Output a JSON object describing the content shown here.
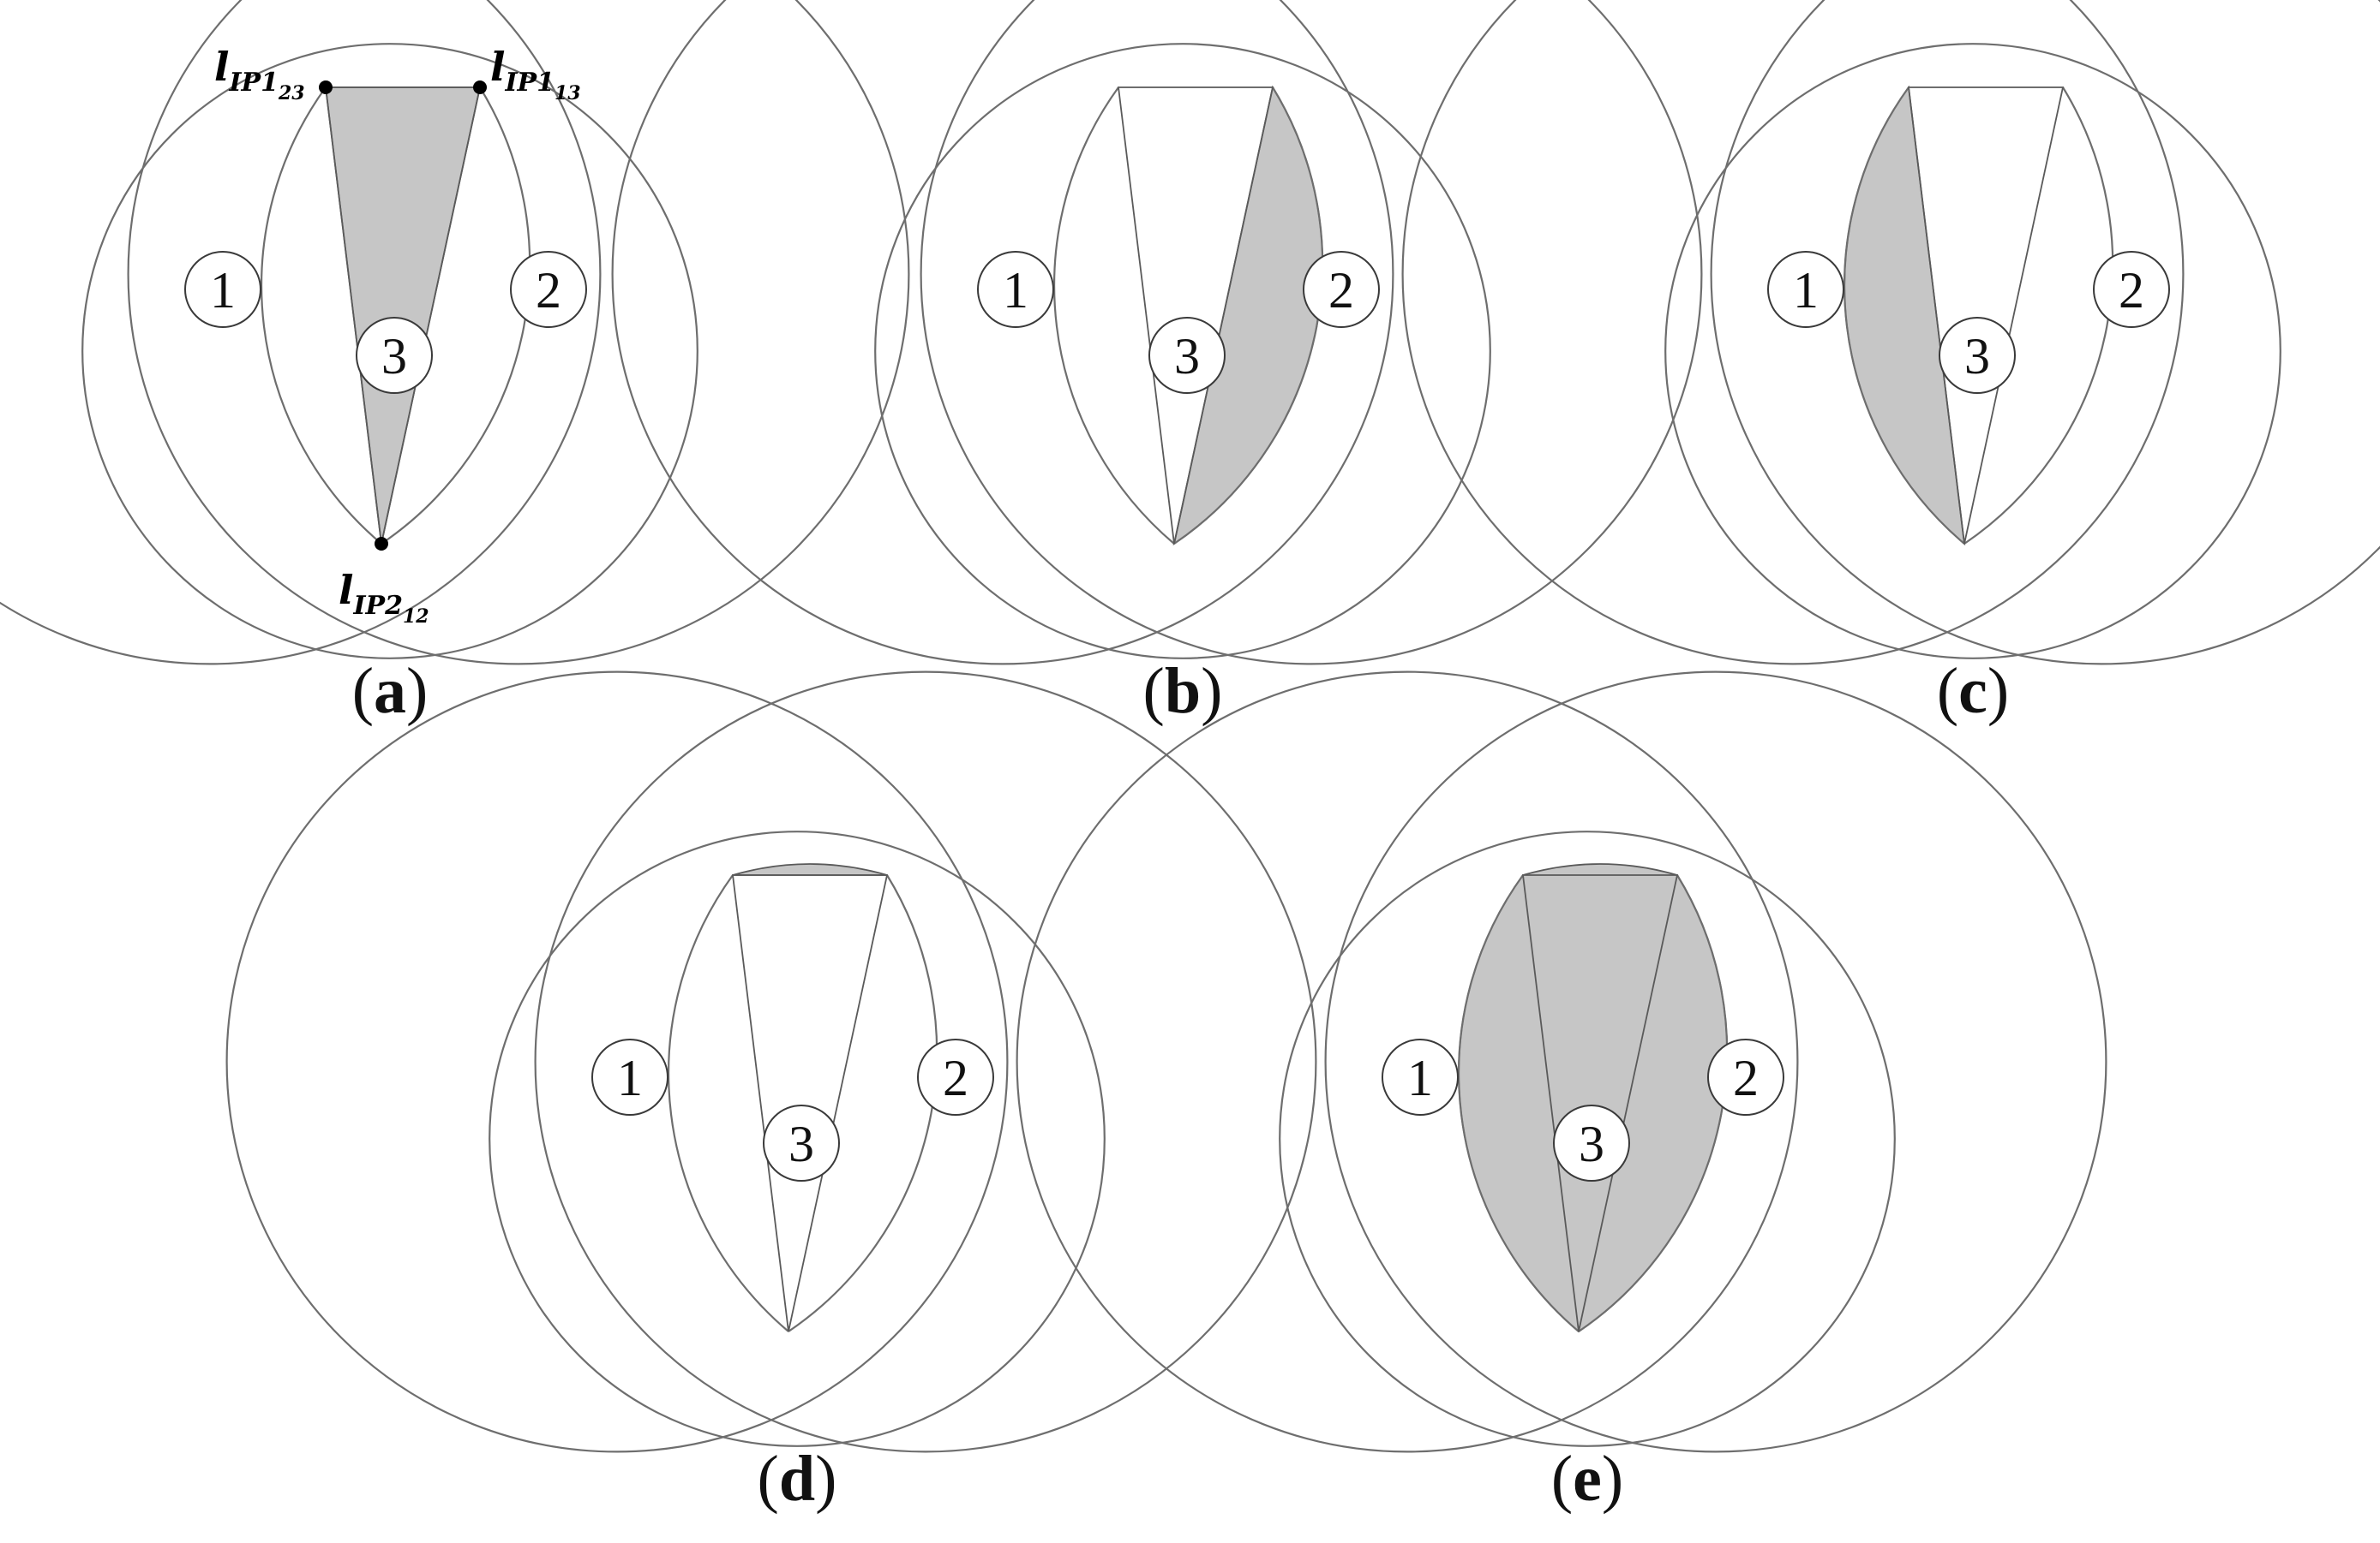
{
  "figure": {
    "panels": [
      {
        "id": "a",
        "label_open": "(",
        "label_letter": "a",
        "label_close": ")",
        "shaded_region": "triangle",
        "regions": [
          "1",
          "2",
          "3"
        ],
        "marked_points": [
          {
            "base": "l",
            "sub1": "IP1",
            "sub2": "23"
          },
          {
            "base": "l",
            "sub1": "IP1",
            "sub2": "13"
          },
          {
            "base": "l",
            "sub1": "IP2",
            "sub2": "12"
          }
        ]
      },
      {
        "id": "b",
        "label_open": "(",
        "label_letter": "b",
        "label_close": ")",
        "shaded_region": "right-segment",
        "regions": [
          "1",
          "2",
          "3"
        ]
      },
      {
        "id": "c",
        "label_open": "(",
        "label_letter": "c",
        "label_close": ")",
        "shaded_region": "left-segment",
        "regions": [
          "1",
          "2",
          "3"
        ]
      },
      {
        "id": "d",
        "label_open": "(",
        "label_letter": "d",
        "label_close": ")",
        "shaded_region": "top-cap",
        "regions": [
          "1",
          "2",
          "3"
        ]
      },
      {
        "id": "e",
        "label_open": "(",
        "label_letter": "e",
        "label_close": ")",
        "shaded_region": "full-intersection",
        "regions": [
          "1",
          "2",
          "3"
        ]
      }
    ],
    "colors": {
      "shade": "#c6c6c6",
      "stroke": "#6e6e6e",
      "background": "#ffffff"
    }
  }
}
